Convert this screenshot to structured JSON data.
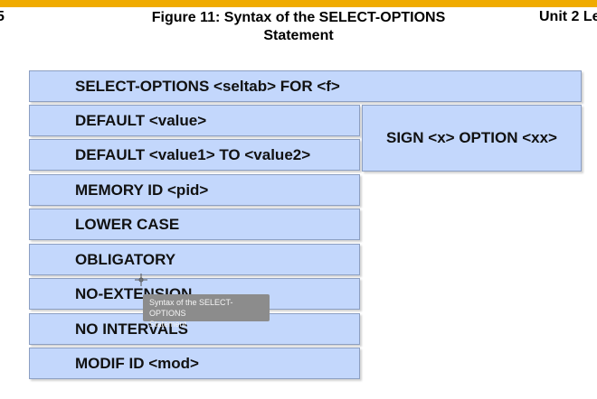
{
  "header": {
    "page_number": "5",
    "caption_line1": "Figure 11: Syntax of the SELECT-OPTIONS",
    "caption_line2": "Statement",
    "unit_label": "Unit 2 Le"
  },
  "diagram": {
    "main_statement": "SELECT-OPTIONS  <seltab>  FOR  <f>",
    "options": [
      "DEFAULT <value>",
      "DEFAULT <value1>  TO <value2>",
      "MEMORY ID <pid>",
      "LOWER CASE",
      "OBLIGATORY",
      "NO-EXTENSION",
      "NO INTERVALS",
      "MODIF ID <mod>"
    ],
    "sign_option": "SIGN <x> OPTION <xx>"
  },
  "tooltip": {
    "line1": "Syntax of the SELECT-OPTIONS",
    "line2": "Statement"
  },
  "colors": {
    "accent_bar": "#f0ab00",
    "box_fill": "#c3d7fc",
    "box_border": "#8c9fc2",
    "tooltip_bg": "#8c8c8c"
  }
}
